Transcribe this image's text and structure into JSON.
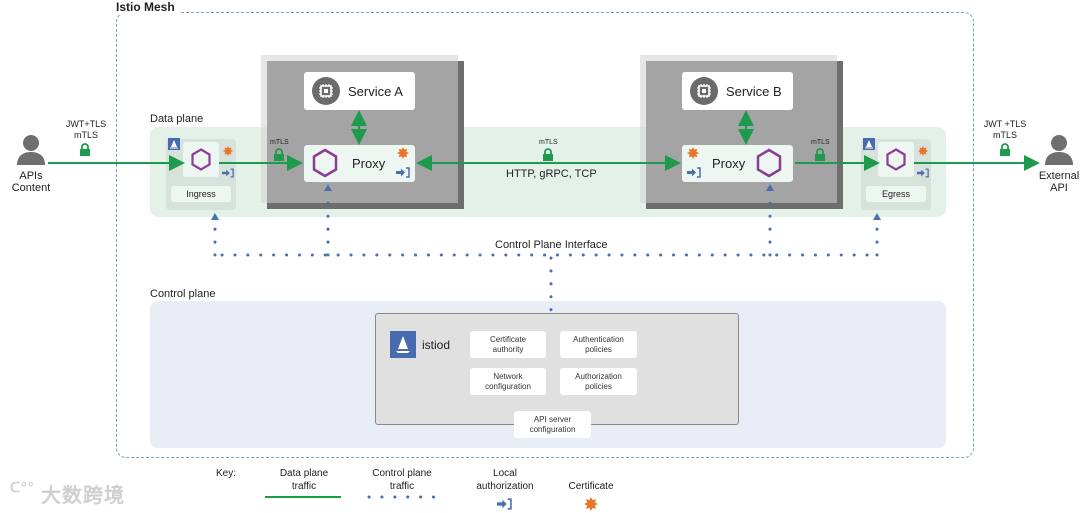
{
  "mesh": {
    "title": "Istio Mesh"
  },
  "data_plane": {
    "label": "Data plane",
    "external_client": {
      "label_line1": "APIs",
      "label_line2": "Content",
      "protocol_line1": "JWT+TLS",
      "protocol_line2": "mTLS"
    },
    "external_api": {
      "label_line1": "External",
      "label_line2": "API",
      "protocol_line1": "JWT +TLS",
      "protocol_line2": "mTLS"
    },
    "ingress": {
      "label": "Ingress"
    },
    "egress": {
      "label": "Egress"
    },
    "service_a": {
      "name": "Service A",
      "proxy_label": "Proxy"
    },
    "service_b": {
      "name": "Service B",
      "proxy_label": "Proxy"
    },
    "mtls_labels": {
      "ingress_to_a": "mTLS",
      "a_to_b": "mTLS",
      "b_to_egress": "mTLS"
    },
    "protocols": "HTTP, gRPC, TCP"
  },
  "control_plane_interface": {
    "label": "Control Plane Interface"
  },
  "control_plane": {
    "label": "Control plane",
    "istiod": {
      "label": "istiod",
      "cards": [
        {
          "line1": "Certificate",
          "line2": "authority"
        },
        {
          "line1": "Authentication",
          "line2": "policies"
        },
        {
          "line1": "Network",
          "line2": "configuration"
        },
        {
          "line1": "Authorization",
          "line2": "policies"
        }
      ],
      "api_server": {
        "line1": "API server",
        "line2": "configuration"
      }
    }
  },
  "key": {
    "title": "Key:",
    "items": [
      {
        "line1": "Data plane",
        "line2": "traffic"
      },
      {
        "line1": "Control plane",
        "line2": "traffic"
      },
      {
        "line1": "Local",
        "line2": "authorization"
      },
      {
        "line1": "Certificate",
        "line2": ""
      }
    ]
  },
  "watermark": "大数跨境",
  "colors": {
    "data_traffic": "#1e9a4c",
    "control_traffic": "#4a6fae",
    "certificate": "#e8772e",
    "proxy_hex": "#8a3d96",
    "istio_blue": "#466bb0"
  }
}
